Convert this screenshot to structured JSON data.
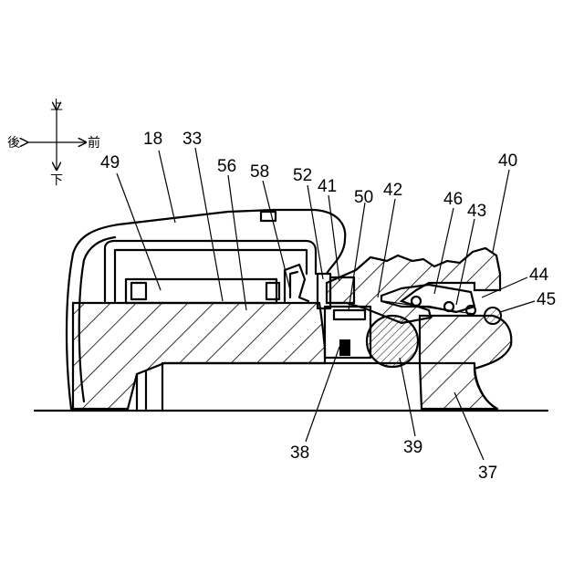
{
  "orientation": {
    "up": "上",
    "down": "下",
    "rear": "後",
    "front": "前"
  },
  "labels": {
    "l18": "18",
    "l33": "33",
    "l49": "49",
    "l56": "56",
    "l58": "58",
    "l52": "52",
    "l41": "41",
    "l50": "50",
    "l42": "42",
    "l46": "46",
    "l43": "43",
    "l40": "40",
    "l44": "44",
    "l45": "45",
    "l38": "38",
    "l39": "39",
    "l37": "37"
  }
}
